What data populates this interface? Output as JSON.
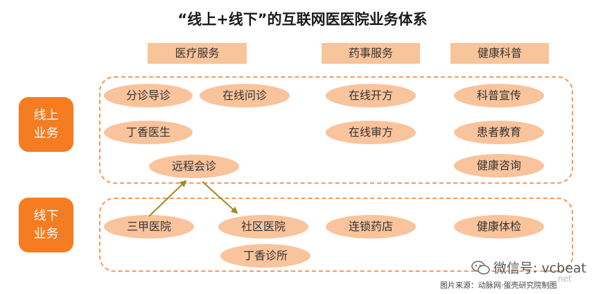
{
  "title": "“线上+线下”的互联网医医院业务体系",
  "columns": [
    "医疗服务",
    "药事服务",
    "健康科普"
  ],
  "rows": {
    "online": {
      "line1": "线上",
      "line2": "业务"
    },
    "offline": {
      "line1": "线下",
      "line2": "业务"
    }
  },
  "online_nodes": {
    "fenzhen": "分诊导诊",
    "wenzhen": "在线问诊",
    "dingxiang": "丁香医生",
    "yuancheng": "远程会诊",
    "kaifang": "在线开方",
    "shenfang": "在线审方",
    "kepu": "科普宣传",
    "jiaoyu": "患者教育",
    "zixun": "健康咨询"
  },
  "offline_nodes": {
    "sanjia": "三甲医院",
    "shequ": "社区医院",
    "zhensuo": "丁香诊所",
    "yaodian": "连锁药店",
    "tijian": "健康体检"
  },
  "watermark": {
    "text": "微信号: vcbeat",
    "sub": "net"
  },
  "source": "图片来源：动脉网·蛋壳研究院制图",
  "colors": {
    "accent": "#f57c20",
    "pill": "#f9c39b",
    "header": "#f8c49a",
    "arrow": "#a08a1e"
  }
}
